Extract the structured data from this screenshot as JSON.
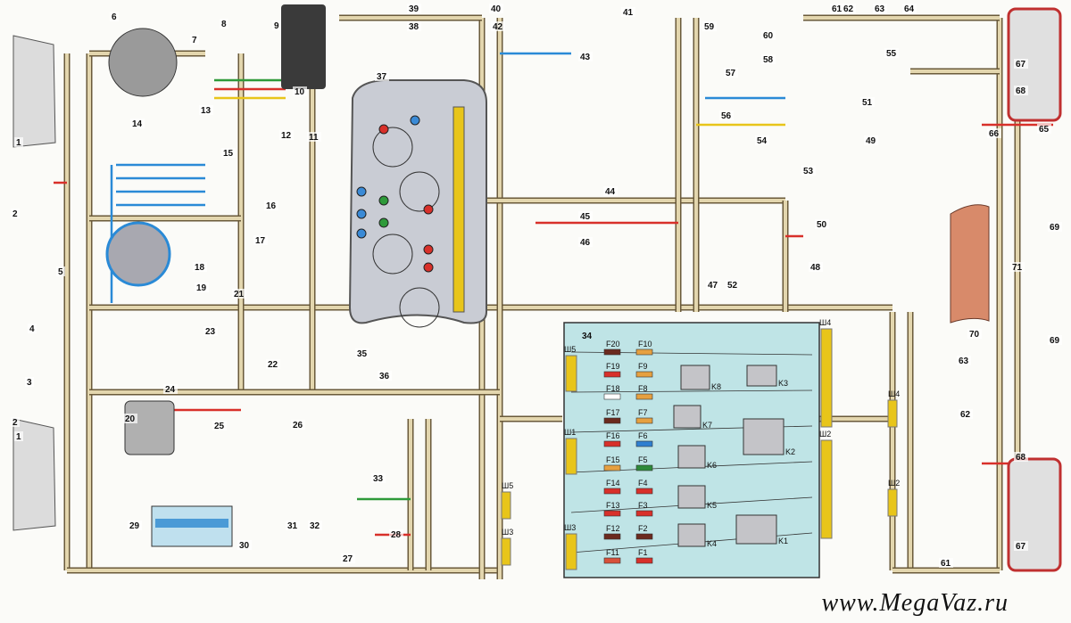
{
  "title": "Wiring diagram",
  "watermark": "www.MegaVaz.ru",
  "fuse_box": {
    "id": "34",
    "fuses": [
      {
        "label": "F20",
        "color": "#6b2a1e"
      },
      {
        "label": "F10",
        "color": "#e6a040"
      },
      {
        "label": "F19",
        "color": "#d8302a"
      },
      {
        "label": "F9",
        "color": "#e6a040"
      },
      {
        "label": "F18",
        "color": "#ffffff"
      },
      {
        "label": "F8",
        "color": "#e6a040"
      },
      {
        "label": "F17",
        "color": "#6b2a1e"
      },
      {
        "label": "F7",
        "color": "#e6a040"
      },
      {
        "label": "F16",
        "color": "#d8302a"
      },
      {
        "label": "F6",
        "color": "#2f7fd0"
      },
      {
        "label": "F15",
        "color": "#e6a040"
      },
      {
        "label": "F5",
        "color": "#2e8a3a"
      },
      {
        "label": "F14",
        "color": "#d8302a"
      },
      {
        "label": "F4",
        "color": "#d8302a"
      },
      {
        "label": "F13",
        "color": "#d8302a"
      },
      {
        "label": "F3",
        "color": "#d8302a"
      },
      {
        "label": "F12",
        "color": "#6b2a1e"
      },
      {
        "label": "F2",
        "color": "#6b2a1e"
      },
      {
        "label": "F11",
        "color": "#d8503a"
      },
      {
        "label": "F1",
        "color": "#d8302a"
      }
    ],
    "relays": [
      "K8",
      "K7",
      "K6",
      "K5",
      "K4",
      "K3",
      "K2",
      "K1"
    ],
    "connectors": [
      "Ш5",
      "Ш1",
      "Ш3",
      "Ш4",
      "Ш2"
    ]
  },
  "harness_connectors": [
    "Ш4",
    "Ш2",
    "Ш5",
    "Ш3"
  ],
  "components": [
    "1",
    "1",
    "2",
    "2",
    "3",
    "4",
    "5",
    "6",
    "7",
    "8",
    "9",
    "10",
    "11",
    "12",
    "13",
    "14",
    "15",
    "16",
    "17",
    "18",
    "19",
    "20",
    "21",
    "22",
    "23",
    "24",
    "25",
    "26",
    "27",
    "28",
    "29",
    "30",
    "31",
    "32",
    "33",
    "35",
    "36",
    "37",
    "38",
    "39",
    "40",
    "41",
    "42",
    "43",
    "44",
    "45",
    "46",
    "47",
    "48",
    "49",
    "50",
    "51",
    "52",
    "53",
    "54",
    "55",
    "56",
    "57",
    "58",
    "59",
    "60",
    "61",
    "61",
    "62",
    "62",
    "63",
    "63",
    "64",
    "65",
    "66",
    "67",
    "67",
    "68",
    "68",
    "69",
    "69",
    "70",
    "71"
  ],
  "colors": {
    "harness": "#e3d6ae",
    "fusebox": "#bfe4e6",
    "cluster": "#c9ccd4",
    "wire_red": "#d8302a",
    "wire_blue": "#2a8ad6",
    "wire_green": "#2e9a3a",
    "wire_yellow": "#e8c51a"
  }
}
